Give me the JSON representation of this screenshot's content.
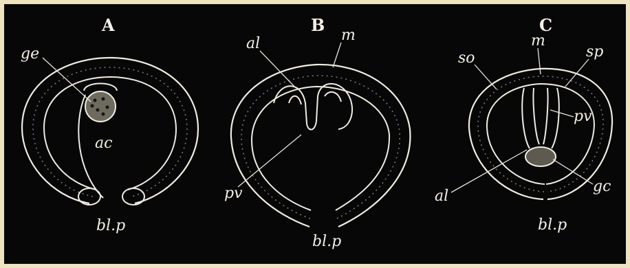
{
  "figure": {
    "panels": [
      {
        "id": "A",
        "labels": {
          "ge": "ge",
          "ac": "ac",
          "blp": "bl.p"
        }
      },
      {
        "id": "B",
        "labels": {
          "al": "al",
          "m": "m",
          "pv": "pv",
          "blp": "bl.p"
        }
      },
      {
        "id": "C",
        "labels": {
          "m": "m",
          "so": "so",
          "sp": "sp",
          "pv": "pv",
          "al": "al",
          "gc": "gc",
          "blp": "bl.p"
        }
      }
    ]
  },
  "colors": {
    "frame": "#ede3c0",
    "background": "#070707",
    "tissue": "#efede2"
  }
}
